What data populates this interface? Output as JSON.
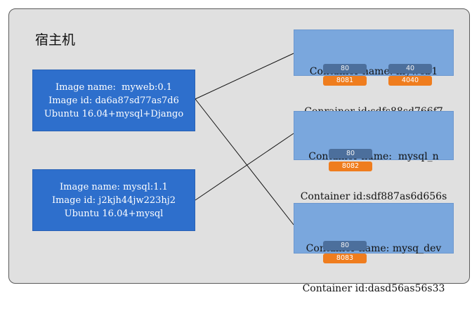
{
  "host": {
    "title": "宿主机"
  },
  "images": [
    {
      "lines": [
        "Image name:  myweb:0.1",
        "Image id: da6a87sd77as7d6",
        "Ubuntu 16.04+mysql+Django"
      ]
    },
    {
      "lines": [
        "Image name: mysql:1.1",
        "Image id: j2kjh44jw223hj2",
        "Ubuntu 16.04+mysql"
      ]
    }
  ],
  "containers": [
    {
      "lines": [
        "Container name: myweb1",
        "Conrainer id:sdfs88sd766f7"
      ],
      "ports": [
        {
          "internal": "80",
          "external": "8081"
        },
        {
          "internal": "40",
          "external": "4040"
        }
      ]
    },
    {
      "lines": [
        "Container name:  mysql_n",
        "Container id:sdf887as6d656s"
      ],
      "ports": [
        {
          "internal": "80",
          "external": "8082"
        }
      ]
    },
    {
      "lines": [
        "Container name: mysq_dev",
        "Container id:dasd56as56s33"
      ],
      "ports": [
        {
          "internal": "80",
          "external": "8083"
        }
      ]
    }
  ],
  "colors": {
    "image_fill": "#2e6fcc",
    "container_fill": "#7aa7dd",
    "internal_port": "#4c6f9c",
    "external_port": "#ef7d1e",
    "host_fill": "#e0e0e0"
  }
}
